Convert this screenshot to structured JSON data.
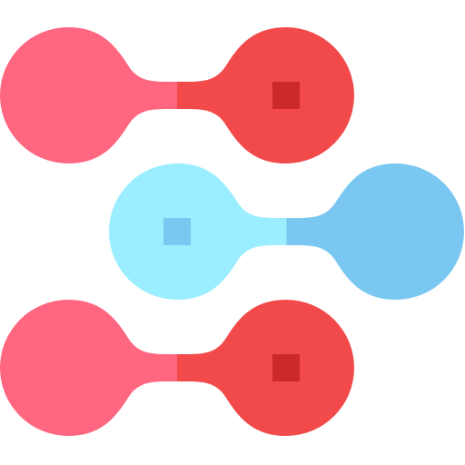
{
  "icon": {
    "name": "molecule-bonds-icon",
    "colors": {
      "pink": "#FF6680",
      "red": "#F24A4A",
      "dark_red": "#CC2A2A",
      "light_blue": "#9BEEFF",
      "blue": "#7AC8F2"
    },
    "rows": [
      {
        "name": "top-bond",
        "left_color": "pink",
        "right_color": "red",
        "marker_color": "dark_red",
        "marker_side": "right"
      },
      {
        "name": "middle-bond",
        "left_color": "light_blue",
        "right_color": "blue",
        "marker_color": "blue",
        "marker_side": "left"
      },
      {
        "name": "bottom-bond",
        "left_color": "pink",
        "right_color": "red",
        "marker_color": "dark_red",
        "marker_side": "right"
      }
    ]
  }
}
